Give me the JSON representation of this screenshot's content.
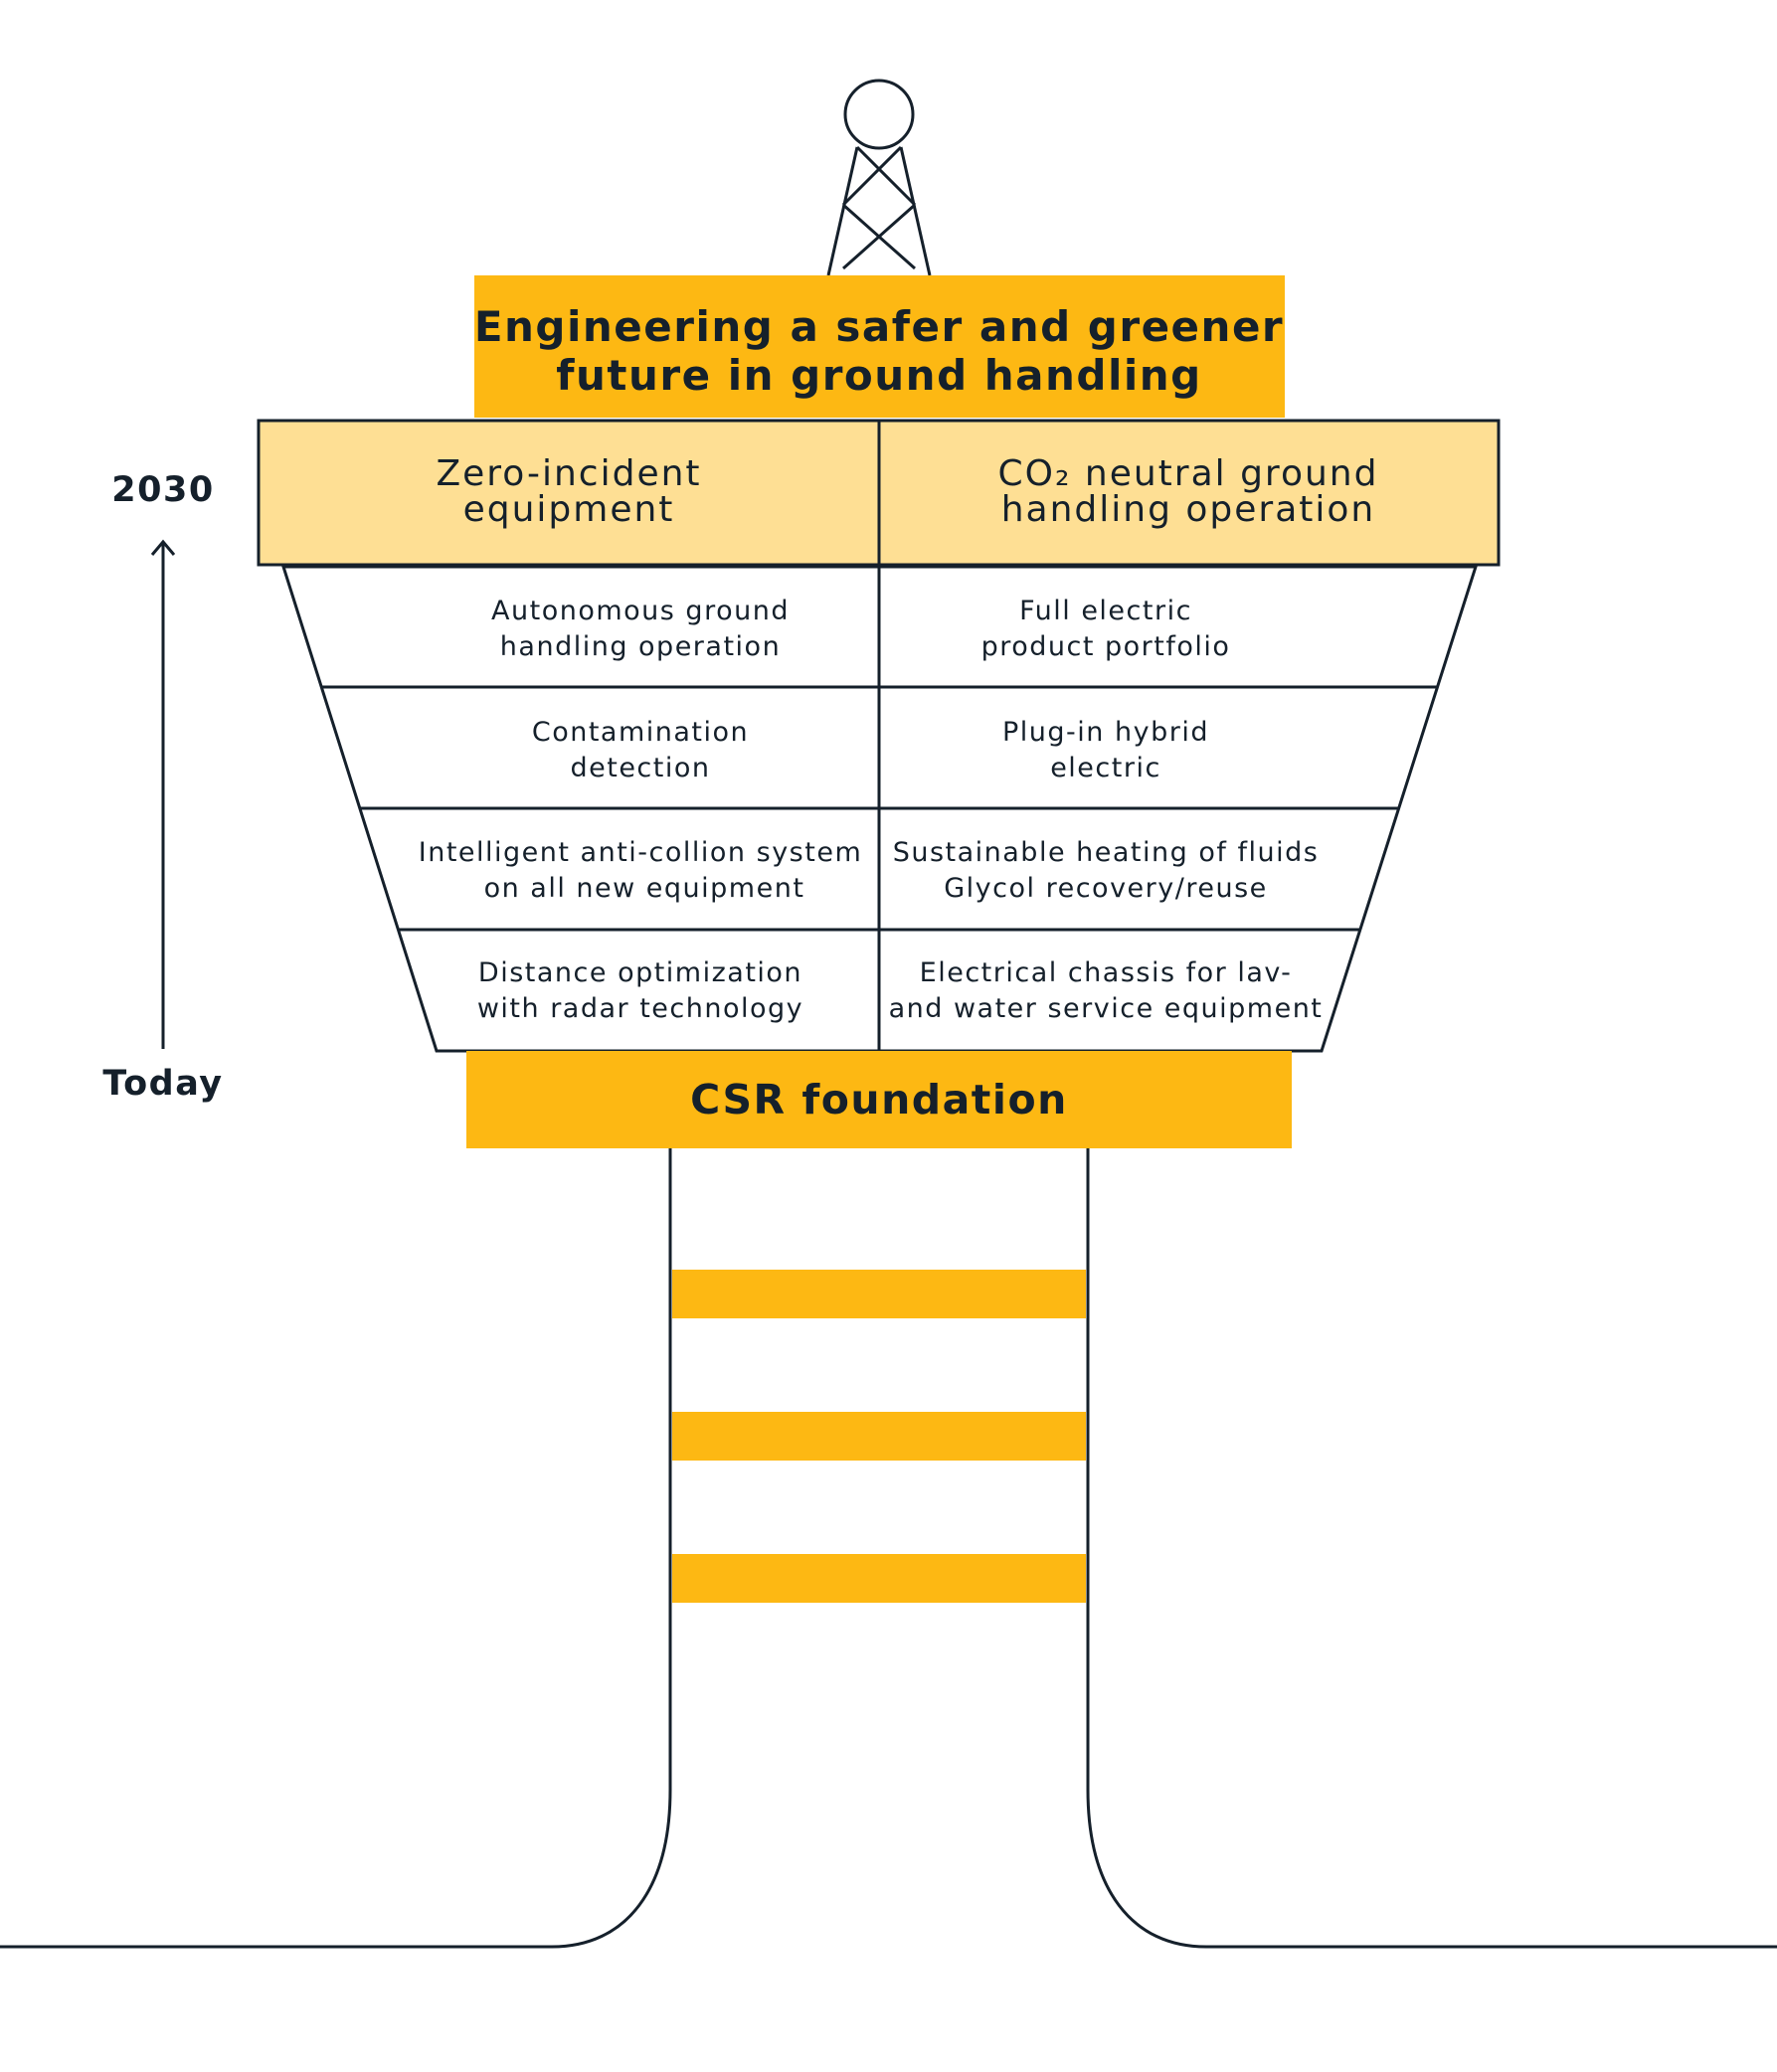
{
  "title": {
    "line1": "Engineering a safer and greener",
    "line2": "future in ground handling"
  },
  "columns": [
    {
      "heading": [
        "Zero-incident",
        "equipment"
      ]
    },
    {
      "heading": [
        "CO₂ neutral ground",
        "handling operation"
      ]
    }
  ],
  "rows": [
    {
      "left": [
        "Autonomous ground",
        "handling operation"
      ],
      "right": [
        "Full electric",
        "product portfolio"
      ]
    },
    {
      "left": [
        "Contamination",
        "detection"
      ],
      "right": [
        "Plug-in hybrid",
        "electric"
      ]
    },
    {
      "left": [
        "Intelligent anti-collion system",
        "on all new equipment"
      ],
      "right": [
        "Sustainable heating of fluids",
        "Glycol recovery/reuse"
      ]
    },
    {
      "left": [
        "Distance optimization",
        "with radar technology"
      ],
      "right": [
        "Electrical chassis for lav-",
        "and water service equipment"
      ]
    }
  ],
  "axis": {
    "top_label": "2030",
    "bottom_label": "Today"
  },
  "foundation": {
    "label": "CSR foundation"
  },
  "colors": {
    "accent": "#FDB813",
    "header_fill": "#FEDF94",
    "ink": "#15202B",
    "background": "#FFFFFF"
  },
  "icons": [
    "antenna-tower-icon",
    "up-arrow-icon"
  ]
}
